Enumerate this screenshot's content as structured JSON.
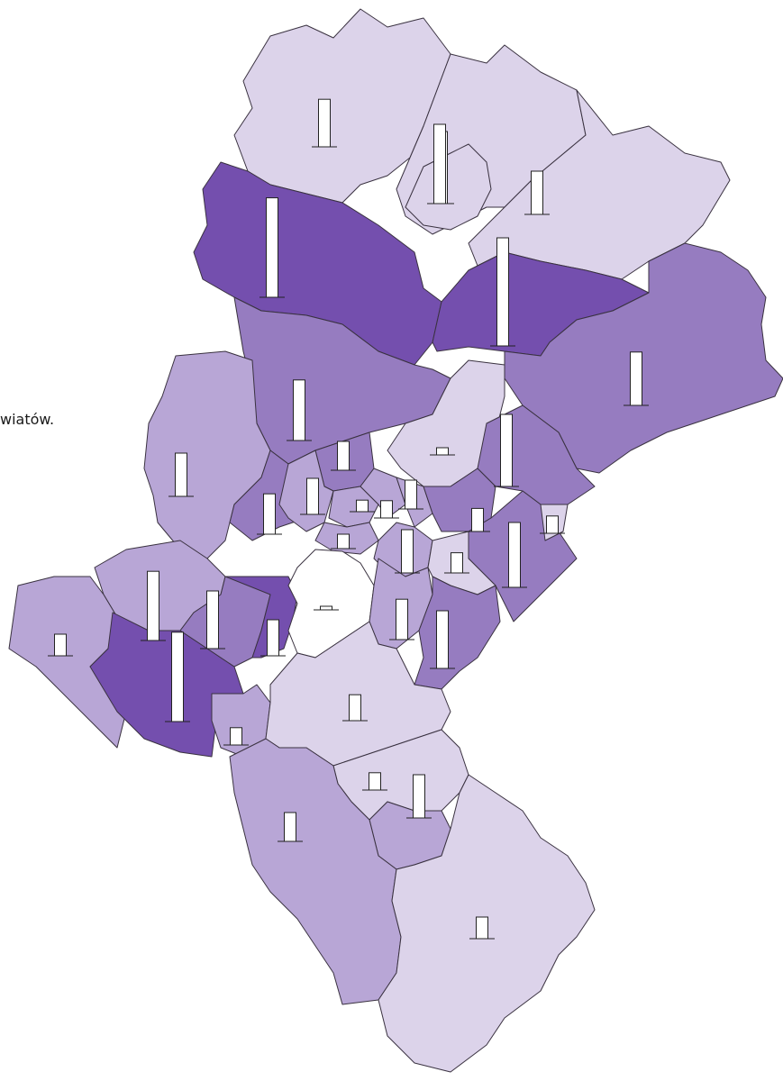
{
  "caption": "wiatów.",
  "colors": {
    "class_1": "#ffffff",
    "class_2": "#dcd3ea",
    "class_3": "#b8a6d6",
    "class_4": "#967cc0",
    "class_5": "#744fae",
    "outline": "#3a3240",
    "bar_fill": "#ffffff",
    "bar_stroke": "#222222"
  },
  "regions": [
    {
      "id": "north-west",
      "class": 2,
      "bar_value": 0.33
    },
    {
      "id": "north-center",
      "class": 2,
      "bar_value": 0.5
    },
    {
      "id": "north-inner",
      "class": 2,
      "bar_value": 0.55
    },
    {
      "id": "north-east",
      "class": 2,
      "bar_value": 0.3
    },
    {
      "id": "central-band-west",
      "class": 5,
      "bar_value": 0.69
    },
    {
      "id": "central-band-east",
      "class": 5,
      "bar_value": 0.75
    },
    {
      "id": "east-large",
      "class": 4,
      "bar_value": 0.37
    },
    {
      "id": "center-north",
      "class": 4,
      "bar_value": 0.42
    },
    {
      "id": "west-middle",
      "class": 3,
      "bar_value": 0.3
    },
    {
      "id": "urban-1",
      "class": 4,
      "bar_value": 0.28
    },
    {
      "id": "urban-2",
      "class": 4,
      "bar_value": 0.2
    },
    {
      "id": "urban-3",
      "class": 2,
      "bar_value": 0.05
    },
    {
      "id": "urban-4",
      "class": 4,
      "bar_value": 0.5
    },
    {
      "id": "urban-5",
      "class": 3,
      "bar_value": 0.25
    },
    {
      "id": "urban-6",
      "class": 3,
      "bar_value": 0.08
    },
    {
      "id": "urban-7",
      "class": 3,
      "bar_value": 0.12
    },
    {
      "id": "urban-8",
      "class": 3,
      "bar_value": 0.2
    },
    {
      "id": "urban-9",
      "class": 3,
      "bar_value": 0.1
    },
    {
      "id": "urban-10",
      "class": 4,
      "bar_value": 0.16
    },
    {
      "id": "urban-11",
      "class": 3,
      "bar_value": 0.3
    },
    {
      "id": "urban-12",
      "class": 4,
      "bar_value": 0.45
    },
    {
      "id": "urban-13",
      "class": 2,
      "bar_value": 0.12
    },
    {
      "id": "urban-14",
      "class": 2,
      "bar_value": 0.14
    },
    {
      "id": "south-west-1",
      "class": 3,
      "bar_value": 0.48
    },
    {
      "id": "south-west-far",
      "class": 3,
      "bar_value": 0.15
    },
    {
      "id": "south-west-dark",
      "class": 5,
      "bar_value": 0.62
    },
    {
      "id": "south-west-2",
      "class": 4,
      "bar_value": 0.4
    },
    {
      "id": "south-west-3",
      "class": 5,
      "bar_value": 0.25
    },
    {
      "id": "south-west-4",
      "class": 3,
      "bar_value": 0.12
    },
    {
      "id": "city-white",
      "class": 1,
      "bar_value": 0.02
    },
    {
      "id": "south-center-1",
      "class": 3,
      "bar_value": 0.28
    },
    {
      "id": "south-center-2",
      "class": 4,
      "bar_value": 0.4
    },
    {
      "id": "south-center-3",
      "class": 2,
      "bar_value": 0.18
    },
    {
      "id": "south-1",
      "class": 2,
      "bar_value": 0.12
    },
    {
      "id": "south-2",
      "class": 3,
      "bar_value": 0.3
    },
    {
      "id": "south-west-lower",
      "class": 3,
      "bar_value": 0.2
    },
    {
      "id": "south-far",
      "class": 2,
      "bar_value": 0.15
    }
  ]
}
